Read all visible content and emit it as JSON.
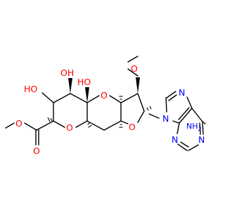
{
  "colors": {
    "oxygen": "#ff0000",
    "nitrogen": "#0000ff",
    "bond": "#000000",
    "background": "#ffffff"
  },
  "atoms": {
    "ho1": "HO",
    "oh": "OH",
    "ho2": "HO",
    "o_ring_upper": "O",
    "o_methoxy": "O",
    "o_ring_lower": "O",
    "o_furan": "O",
    "o_carbonyl": "O",
    "o_ester": "O",
    "n9": "N",
    "n7": "N",
    "n3": "N",
    "n1": "N",
    "nh2": "NH2"
  }
}
